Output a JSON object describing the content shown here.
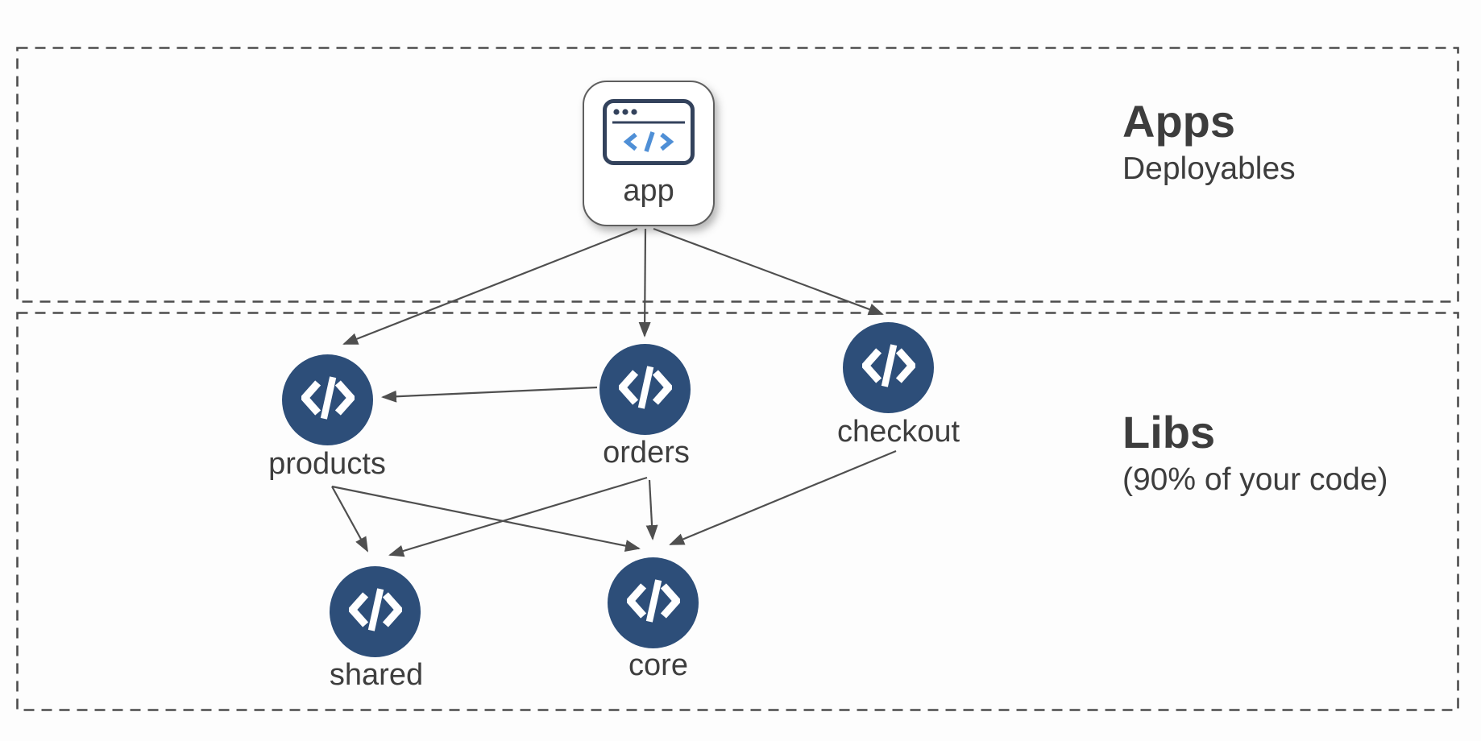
{
  "diagram": {
    "sections": [
      {
        "id": "apps",
        "title": "Apps",
        "subtitle": "Deployables"
      },
      {
        "id": "libs",
        "title": "Libs",
        "subtitle": "(90% of your code)"
      }
    ],
    "app_node": {
      "id": "app",
      "label": "app",
      "icon": "browser-code-icon"
    },
    "lib_nodes": [
      {
        "id": "products",
        "label": "products",
        "icon": "code-icon"
      },
      {
        "id": "orders",
        "label": "orders",
        "icon": "code-icon"
      },
      {
        "id": "checkout",
        "label": "checkout",
        "icon": "code-icon"
      },
      {
        "id": "shared",
        "label": "shared",
        "icon": "code-icon"
      },
      {
        "id": "core",
        "label": "core",
        "icon": "code-icon"
      }
    ],
    "edges": [
      {
        "from": "app",
        "to": "products"
      },
      {
        "from": "app",
        "to": "orders"
      },
      {
        "from": "app",
        "to": "checkout"
      },
      {
        "from": "orders",
        "to": "products"
      },
      {
        "from": "products",
        "to": "shared"
      },
      {
        "from": "products",
        "to": "core"
      },
      {
        "from": "orders",
        "to": "shared"
      },
      {
        "from": "orders",
        "to": "core"
      },
      {
        "from": "checkout",
        "to": "core"
      }
    ],
    "colors": {
      "node_navy": "#2d4e79",
      "icon_outline_navy": "#33425c",
      "code_blue": "#4f8fd6",
      "edge_gray": "#4f4f4f",
      "dash_gray": "#4d4d4d",
      "text_gray": "#3e3e3e"
    }
  }
}
